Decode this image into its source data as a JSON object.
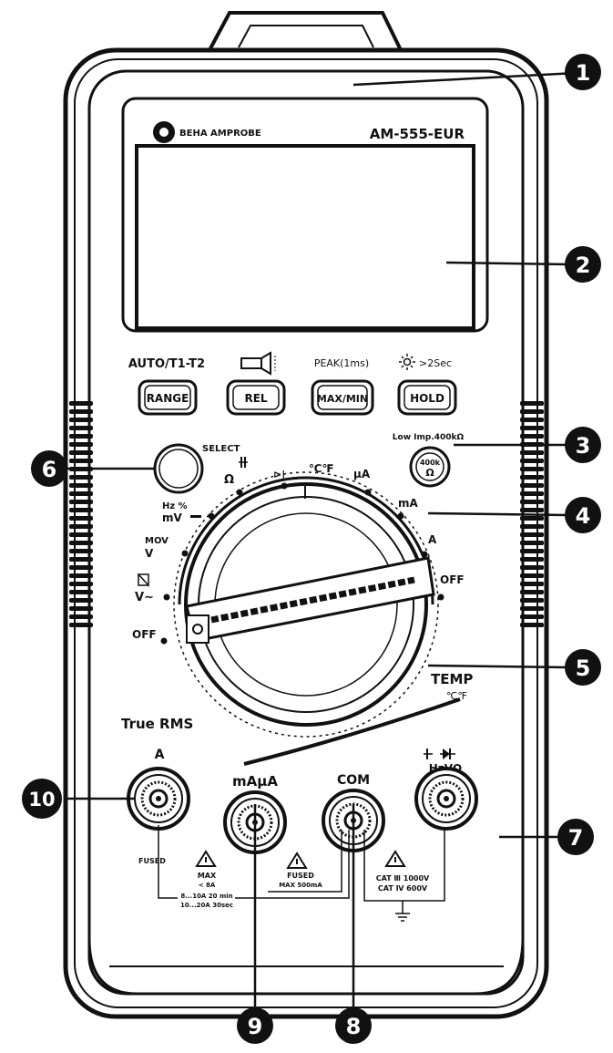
{
  "brand": {
    "name": "BEHA AMPROBE",
    "model": "AM-555-EUR"
  },
  "buttons": {
    "range": {
      "label": "RANGE",
      "caption": "AUTO/T1-T2"
    },
    "rel": {
      "label": "REL"
    },
    "maxmin": {
      "label": "MAX/MIN",
      "caption": "PEAK(1ms)"
    },
    "hold": {
      "label": "HOLD",
      "caption": ">2Sec"
    }
  },
  "low_imp": {
    "caption": "Low Imp.400kΩ",
    "label_top": "400k",
    "label_bottom": "Ω"
  },
  "select_button": {
    "label": "SELECT"
  },
  "dial": {
    "positions": {
      "cap_ohm": "Ω",
      "diode": "⊳|",
      "temp": "℃℉",
      "ua": "µA",
      "ma": "mA",
      "a": "A",
      "off_right": "OFF",
      "hz": "Hz %",
      "mv": "mV",
      "mov": "MOV",
      "vdc": "V",
      "vac": "V∼",
      "off_left": "OFF"
    }
  },
  "labels": {
    "true_rms": "True RMS",
    "temp": "TEMP",
    "temp_units": "℃℉",
    "jack_a": "A",
    "jack_ma": "mAµA",
    "jack_com": "COM",
    "jack_v": "HzVΩ",
    "fused": "FUSED",
    "max_a_1": "MAX",
    "max_a_2": "< 8A",
    "max_a_3": "8...10A 20 min",
    "max_a_4": "10...20A 30sec",
    "fused_ma_1": "FUSED",
    "fused_ma_2": "MAX 500mA",
    "cat_1": "CAT Ⅲ 1000V",
    "cat_2": "CAT Ⅳ 600V"
  },
  "callouts": [
    "1",
    "2",
    "3",
    "4",
    "5",
    "6",
    "7",
    "8",
    "9",
    "10"
  ]
}
